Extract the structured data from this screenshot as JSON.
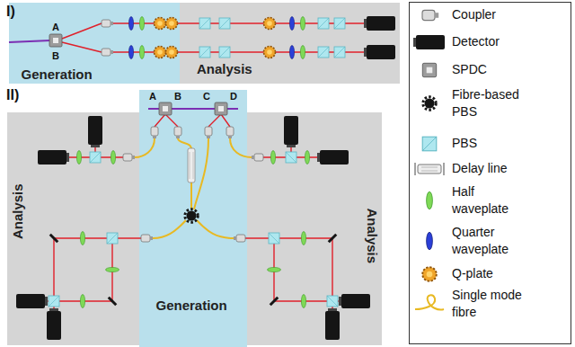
{
  "diagram": {
    "nodes": [
      {
        "text": [
          "Generation"
        ]
      },
      {
        "text": [
          "Analysis"
        ]
      },
      {
        "text": [
          "Generation"
        ]
      },
      {
        "text": [
          "Analysis"
        ]
      },
      {
        "text": [
          "Analysis"
        ]
      }
    ],
    "labels": [
      "I)",
      "A",
      "B",
      "II)",
      "A",
      "B",
      "C",
      "D"
    ],
    "legend": [
      {
        "text": "Coupler"
      },
      {
        "text": "Detector"
      },
      {
        "text": "SPDC"
      },
      {
        "text": "Fibre-based PBS"
      },
      {
        "text": "PBS"
      },
      {
        "text": "Delay line"
      },
      {
        "text": "Half waveplate"
      },
      {
        "text": "Quarter waveplate"
      },
      {
        "text": "Q-plate"
      },
      {
        "text": "Single mode fibre"
      }
    ]
  }
}
